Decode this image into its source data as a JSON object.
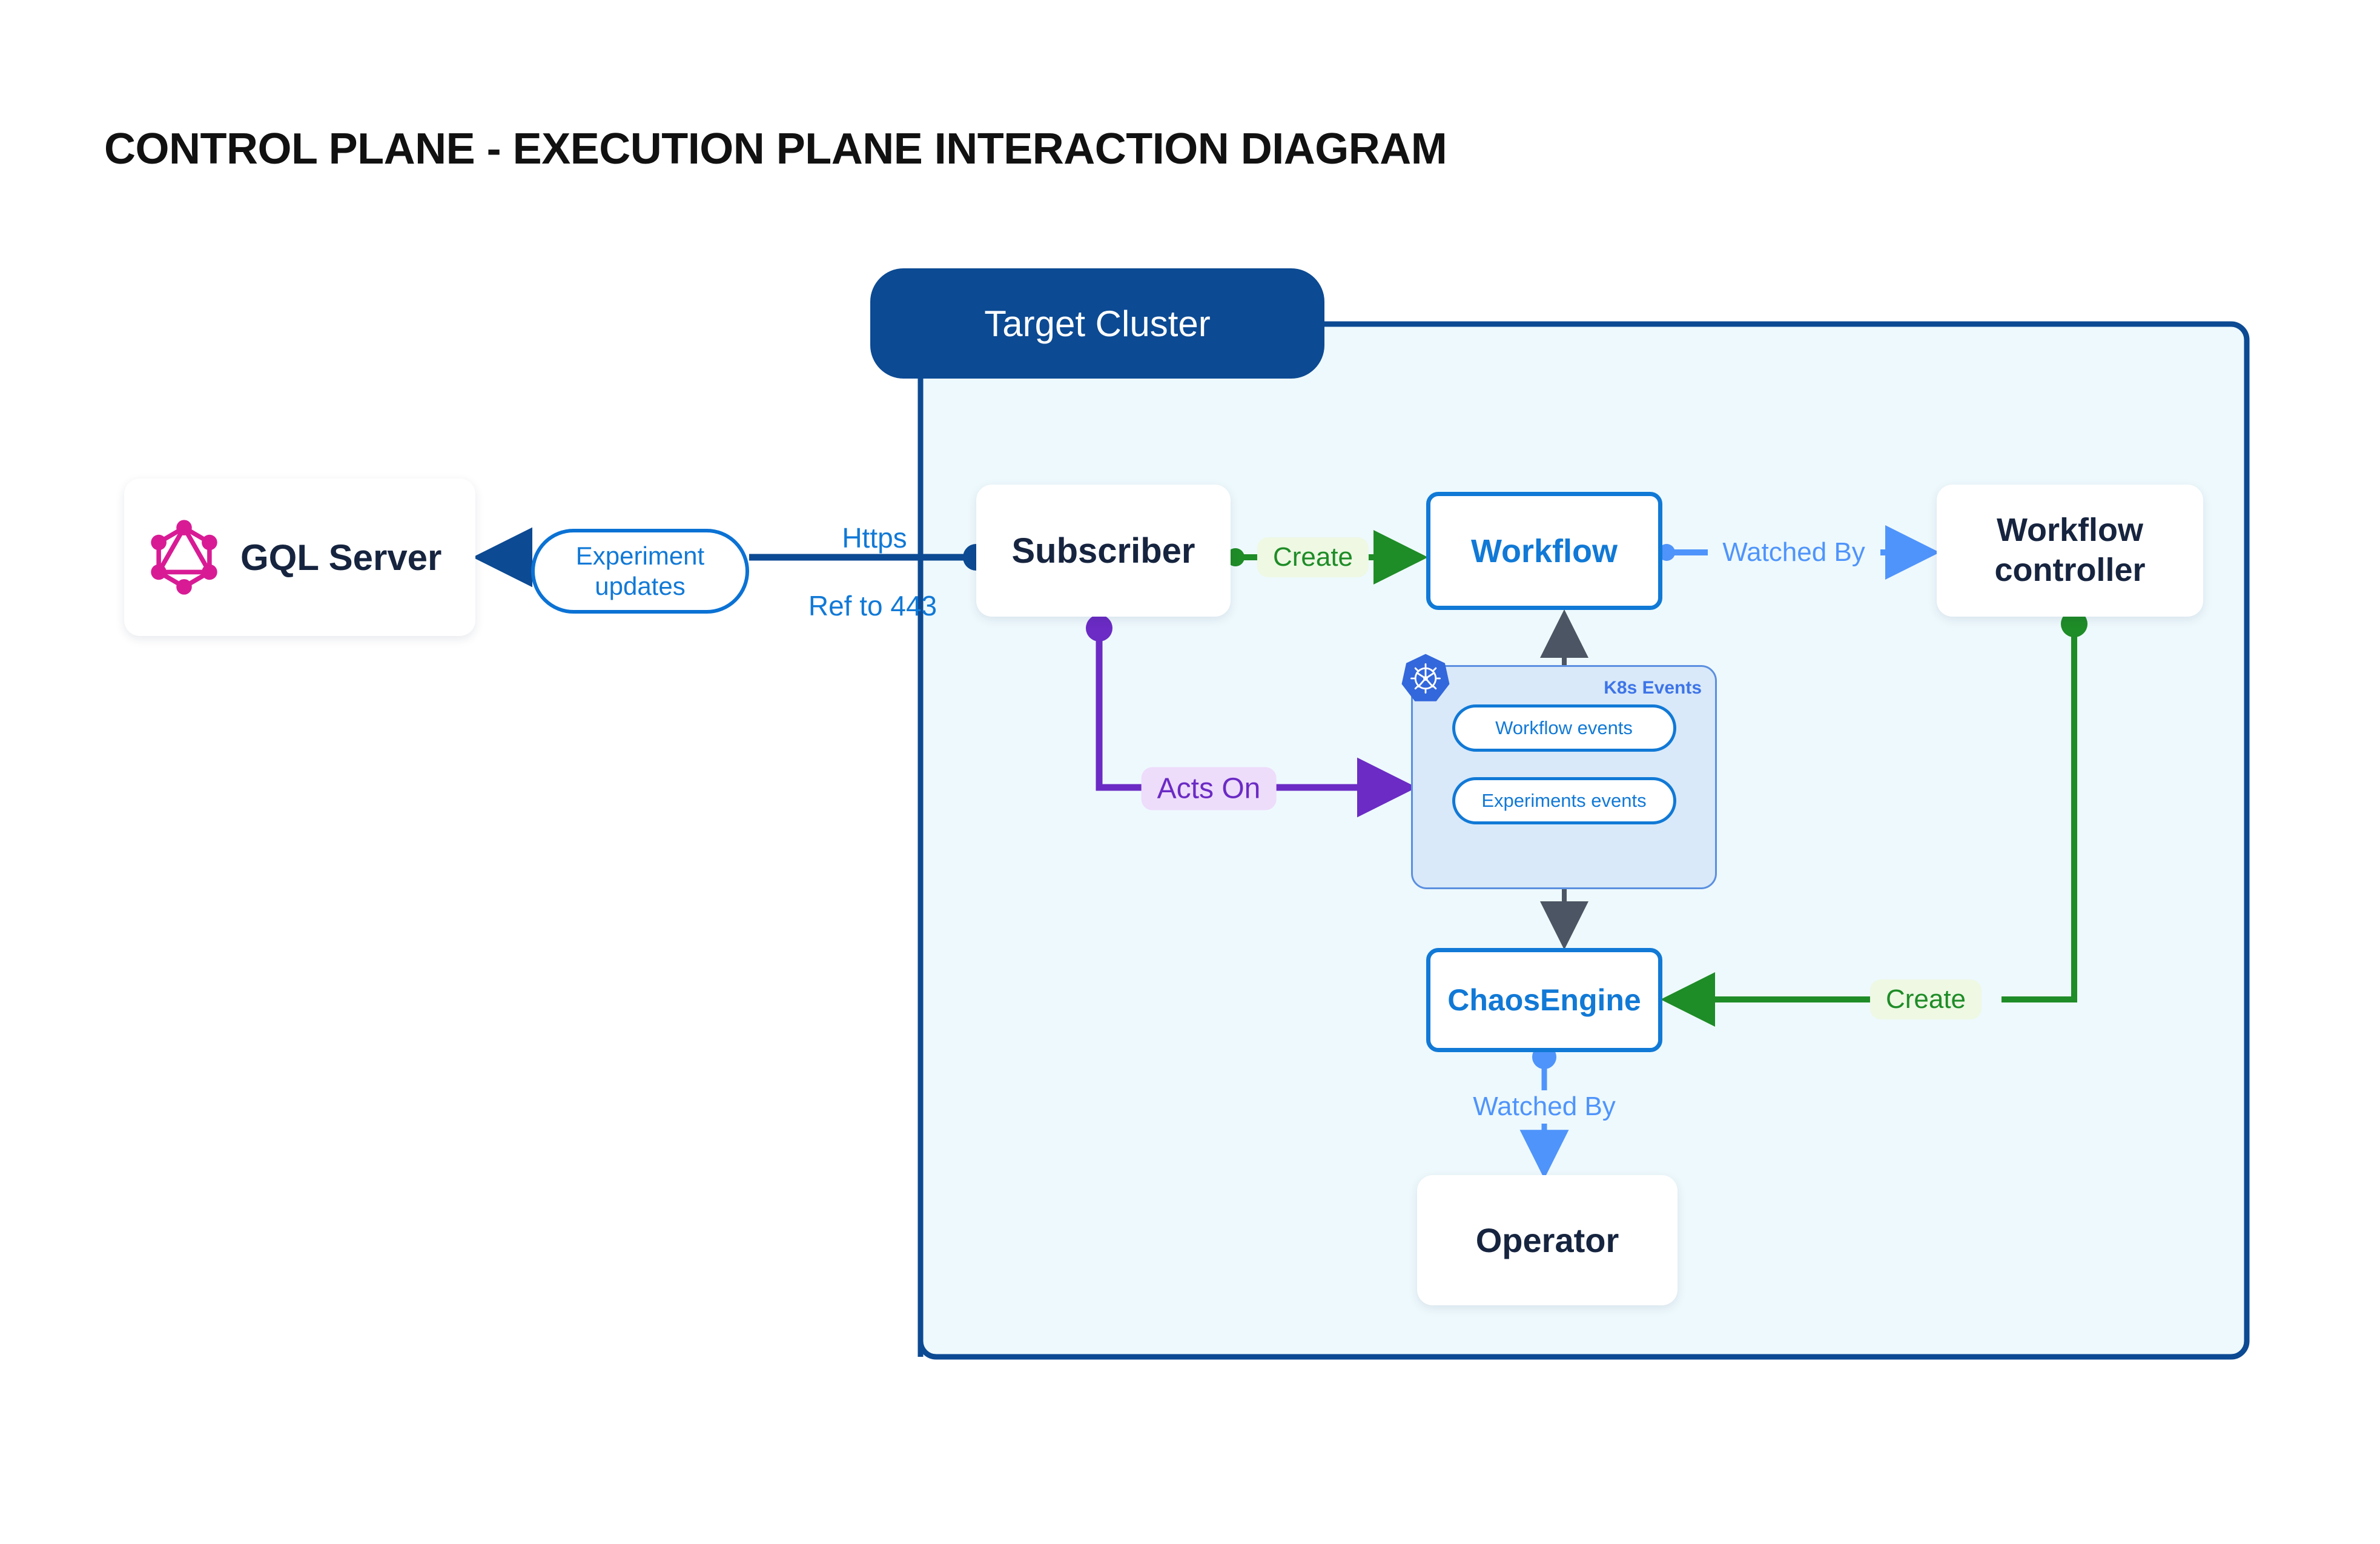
{
  "title": "CONTROL PLANE - EXECUTION PLANE INTERACTION DIAGRAM",
  "cluster": {
    "label": "Target Cluster",
    "pill_color": "#0c4a93",
    "body_fill": "#eef9fd",
    "border_color": "#0c4a93"
  },
  "nodes": {
    "gql_server": {
      "label": "GQL Server",
      "icon": "graphql-logo-icon",
      "icon_color": "#d81b95"
    },
    "subscriber": {
      "label": "Subscriber"
    },
    "workflow": {
      "label": "Workflow",
      "color": "#1179d6"
    },
    "workflow_controller": {
      "line1": "Workflow",
      "line2": "controller"
    },
    "chaos_engine": {
      "label": "ChaosEngine",
      "color": "#1179d6"
    },
    "operator": {
      "label": "Operator"
    }
  },
  "k8s_events": {
    "title": "K8s Events",
    "badge_icon": "kubernetes-logo-icon",
    "badge_color": "#3367dc",
    "panel_fill": "#d9e9f9",
    "chips": [
      {
        "label": "Workflow events"
      },
      {
        "label": "Experiments events"
      }
    ]
  },
  "edges": {
    "experiment_updates": {
      "label_line1": "Experiment",
      "label_line2": "updates",
      "color": "#0b72d4"
    },
    "https": {
      "label": "Https",
      "color": "#1179d6"
    },
    "ref_to_443": {
      "label": "Ref to 443",
      "color": "#1179d6"
    },
    "create_workflow": {
      "label": "Create",
      "color": "#1e8c27"
    },
    "watched_by_controller": {
      "label": "Watched By",
      "color": "#4f94fb"
    },
    "acts_on": {
      "label": "Acts On",
      "color": "#6b2bc4"
    },
    "create_chaosengine": {
      "label": "Create",
      "color": "#1e8c27"
    },
    "watched_by_operator": {
      "label": "Watched By",
      "color": "#4f94fb"
    }
  }
}
